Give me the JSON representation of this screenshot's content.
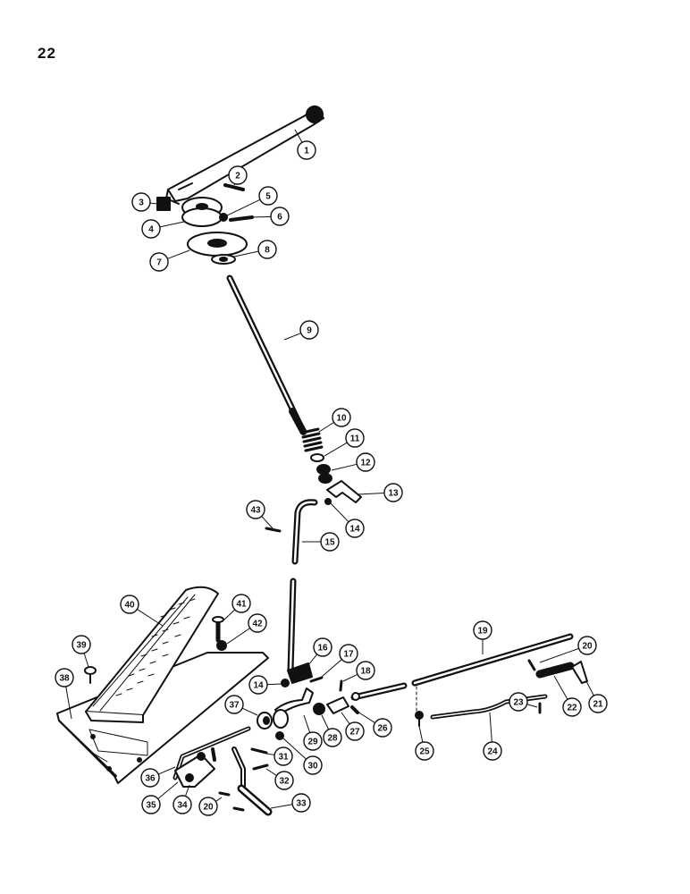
{
  "page": {
    "number": "22"
  },
  "callouts": [
    {
      "id": "1",
      "label": "1"
    },
    {
      "id": "2",
      "label": "2"
    },
    {
      "id": "3",
      "label": "3"
    },
    {
      "id": "4",
      "label": "4"
    },
    {
      "id": "5",
      "label": "5"
    },
    {
      "id": "6",
      "label": "6"
    },
    {
      "id": "7",
      "label": "7"
    },
    {
      "id": "8",
      "label": "8"
    },
    {
      "id": "9",
      "label": "9"
    },
    {
      "id": "10",
      "label": "10"
    },
    {
      "id": "11",
      "label": "11"
    },
    {
      "id": "12",
      "label": "12"
    },
    {
      "id": "13",
      "label": "13"
    },
    {
      "id": "14a",
      "label": "14"
    },
    {
      "id": "15",
      "label": "15"
    },
    {
      "id": "43",
      "label": "43"
    },
    {
      "id": "16",
      "label": "16"
    },
    {
      "id": "17",
      "label": "17"
    },
    {
      "id": "18",
      "label": "18"
    },
    {
      "id": "14b",
      "label": "14"
    },
    {
      "id": "19",
      "label": "19"
    },
    {
      "id": "20a",
      "label": "20"
    },
    {
      "id": "21",
      "label": "21"
    },
    {
      "id": "22",
      "label": "22"
    },
    {
      "id": "23",
      "label": "23"
    },
    {
      "id": "24",
      "label": "24"
    },
    {
      "id": "25",
      "label": "25"
    },
    {
      "id": "26",
      "label": "26"
    },
    {
      "id": "27",
      "label": "27"
    },
    {
      "id": "28",
      "label": "28"
    },
    {
      "id": "29",
      "label": "29"
    },
    {
      "id": "30",
      "label": "30"
    },
    {
      "id": "31",
      "label": "31"
    },
    {
      "id": "32",
      "label": "32"
    },
    {
      "id": "33",
      "label": "33"
    },
    {
      "id": "20b",
      "label": "20"
    },
    {
      "id": "34",
      "label": "34"
    },
    {
      "id": "35",
      "label": "35"
    },
    {
      "id": "36",
      "label": "36"
    },
    {
      "id": "37",
      "label": "37"
    },
    {
      "id": "38",
      "label": "38"
    },
    {
      "id": "39",
      "label": "39"
    },
    {
      "id": "40",
      "label": "40"
    },
    {
      "id": "41",
      "label": "41"
    },
    {
      "id": "42",
      "label": "42"
    }
  ]
}
